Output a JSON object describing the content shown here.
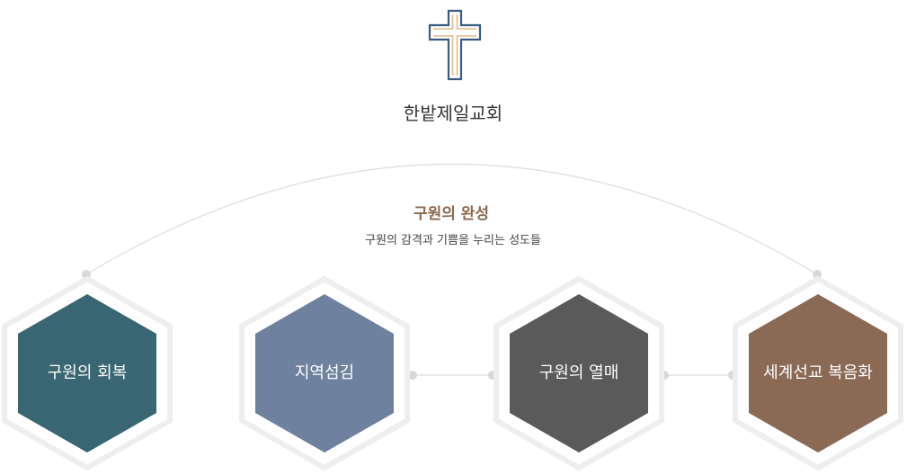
{
  "header": {
    "church_name": "한밭제일교회",
    "logo_icon": "cross-icon"
  },
  "arc": {
    "title": "구원의 완성",
    "subtitle": "구원의 감격과 기쁨을 누리는 성도들",
    "title_color": "#8a6a50"
  },
  "stages": [
    {
      "label": "구원의 회복",
      "color": "#386672"
    },
    {
      "label": "지역섬김",
      "color": "#6e819e"
    },
    {
      "label": "구원의 열매",
      "color": "#5a5a5a"
    },
    {
      "label": "세계선교 복음화",
      "color": "#8a6a54"
    }
  ],
  "colors": {
    "cross_outline": "#3c5a80",
    "cross_inner": "#e2b88a",
    "connector": "#dcdcdc",
    "hex_outline": "#eeeeee"
  }
}
